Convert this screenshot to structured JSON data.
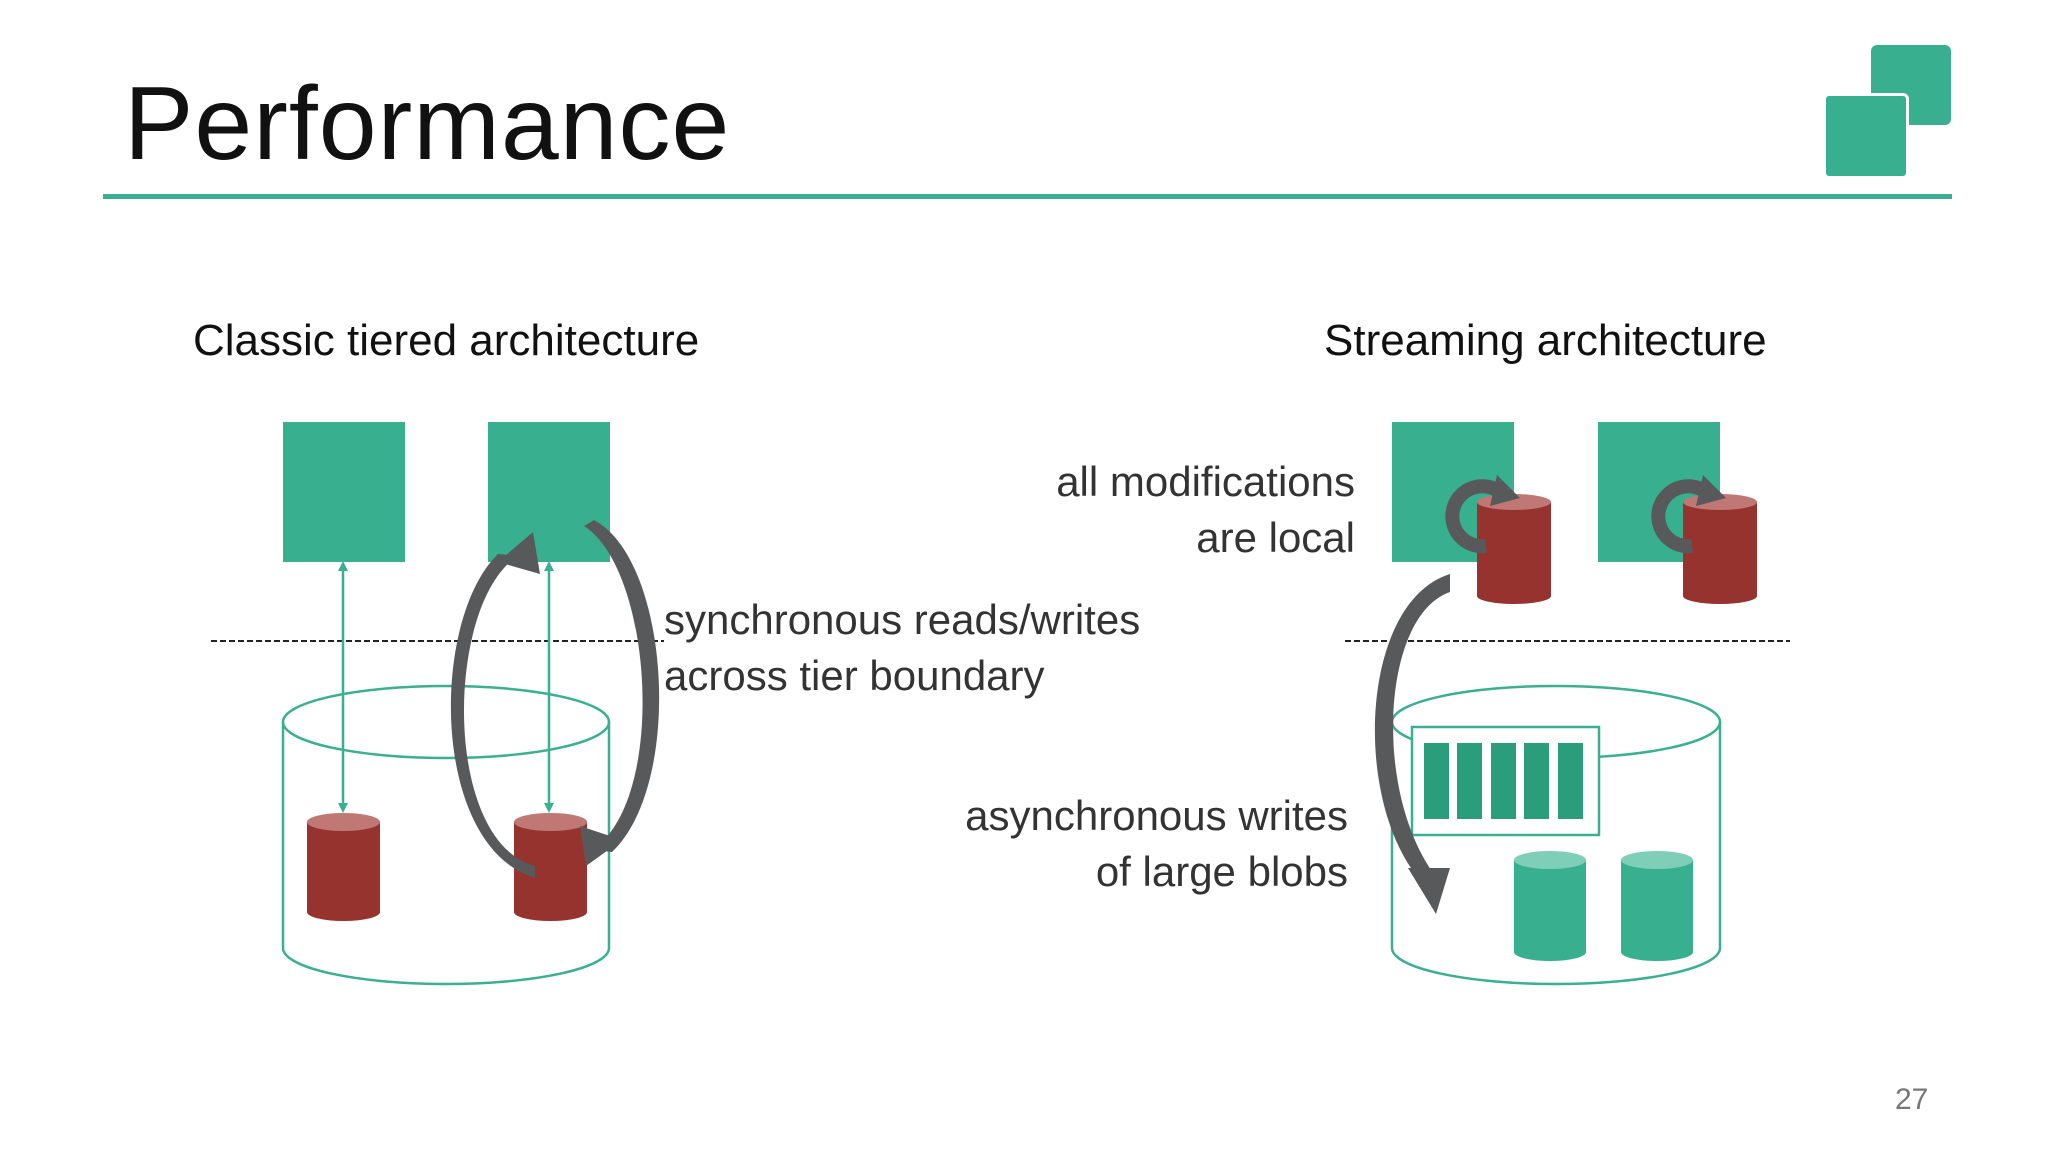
{
  "slide": {
    "title": "Performance",
    "page_number": "27"
  },
  "left_panel": {
    "heading": "Classic tiered architecture",
    "note_lines": [
      "synchronous reads/writes",
      "across tier boundary"
    ]
  },
  "right_panel": {
    "heading": "Streaming architecture",
    "note_top_lines": [
      "all modifications",
      "are local"
    ],
    "note_bottom_lines": [
      "asynchronous writes",
      "of large blobs"
    ]
  },
  "colors": {
    "accent": "#3aaf92",
    "server_green": "#38b08f",
    "store_red": "#96332f",
    "arrow_gray": "#58595b"
  },
  "icons": {
    "logo": "two-overlapping-squares-logo",
    "server": "green-square-server",
    "database": "cylinder-database"
  }
}
